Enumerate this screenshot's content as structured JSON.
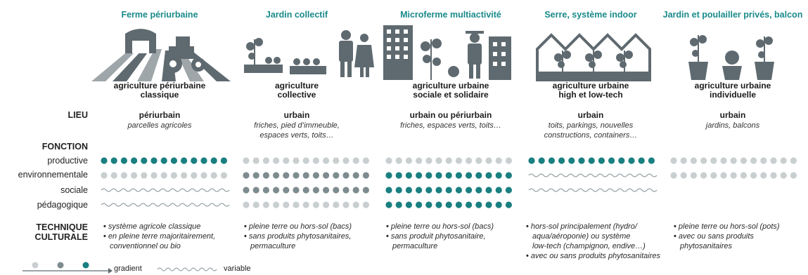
{
  "columns": [
    {
      "title": "Ferme périurbaine",
      "type_l1": "agriculture périurbaine",
      "type_l2": "classique",
      "lieu": "périurbain",
      "lieu_sub": [
        "parcelles agricoles"
      ],
      "tech": [
        "système agricole classique",
        "en pleine terre majoritairement,",
        "conventionnel ou bio"
      ],
      "tech_bullets": [
        0,
        1
      ]
    },
    {
      "title": "Jardin collectif",
      "type_l1": "agriculture",
      "type_l2": "collective",
      "lieu": "urbain",
      "lieu_sub": [
        "friches, pied d’immeuble,",
        "espaces verts, toits…"
      ],
      "tech": [
        "pleine terre ou hors-sol (bacs)",
        "sans produits phytosanitaires,",
        "permaculture"
      ],
      "tech_bullets": [
        0,
        1
      ]
    },
    {
      "title": "Microferme multiactivité",
      "type_l1": "agriculture urbaine",
      "type_l2": "sociale et solidaire",
      "lieu": "urbain ou périurbain",
      "lieu_sub": [
        "friches, espaces verts, toits…"
      ],
      "tech": [
        "pleine terre ou hors-sol (bacs)",
        "sans produit phytosanitaire,",
        "permaculture"
      ],
      "tech_bullets": [
        0,
        1
      ]
    },
    {
      "title": "Serre, système indoor",
      "type_l1": "agriculture urbaine",
      "type_l2": "high et low-tech",
      "lieu": "urbain",
      "lieu_sub": [
        "toits, parkings, nouvelles",
        "constructions, containers…"
      ],
      "tech": [
        "hors-sol principalement (hydro/",
        "aqua/aéroponie) ou système",
        "low-tech (champignon, endive…)",
        "avec ou sans produits phytosanitaires"
      ],
      "tech_bullets": [
        0,
        3
      ]
    },
    {
      "title": "Jardin et poulailler privés, balcon",
      "type_l1": "agriculture urbaine",
      "type_l2": "individuelle",
      "lieu": "urbain",
      "lieu_sub": [
        "jardins, balcons"
      ],
      "tech": [
        "pleine terre ou hors-sol (pots)",
        "avec ou sans produits",
        "phytosanitaires"
      ],
      "tech_bullets": [
        0,
        1
      ]
    }
  ],
  "labels": {
    "lieu": "LIEU",
    "fonction": "FONCTION",
    "productive": "productive",
    "environnementale": "environnementale",
    "sociale": "sociale",
    "pedagogique": "pédagogique",
    "technique_l1": "TECHNIQUE",
    "technique_l2": "CULTURALE"
  },
  "functions_matrix": {
    "levels": [
      "none",
      "light",
      "medium",
      "dark",
      "variable"
    ],
    "rows": [
      "productive",
      "environnementale",
      "sociale",
      "pedagogique"
    ],
    "values": [
      [
        "dark",
        "light",
        "light",
        "dark",
        "light"
      ],
      [
        "light",
        "medium",
        "dark",
        "variable",
        "light"
      ],
      [
        "variable",
        "medium",
        "dark",
        "variable",
        "none"
      ],
      [
        "variable",
        "light",
        "dark",
        "none",
        "none"
      ]
    ]
  },
  "legend": {
    "gradient": "gradient",
    "variable": "variable"
  },
  "colors": {
    "dark": "#1a7f80",
    "medium": "#7e8c8f",
    "light": "#c9cfd1",
    "title": "#1a8a8a",
    "illustration": "#5f6a70"
  }
}
